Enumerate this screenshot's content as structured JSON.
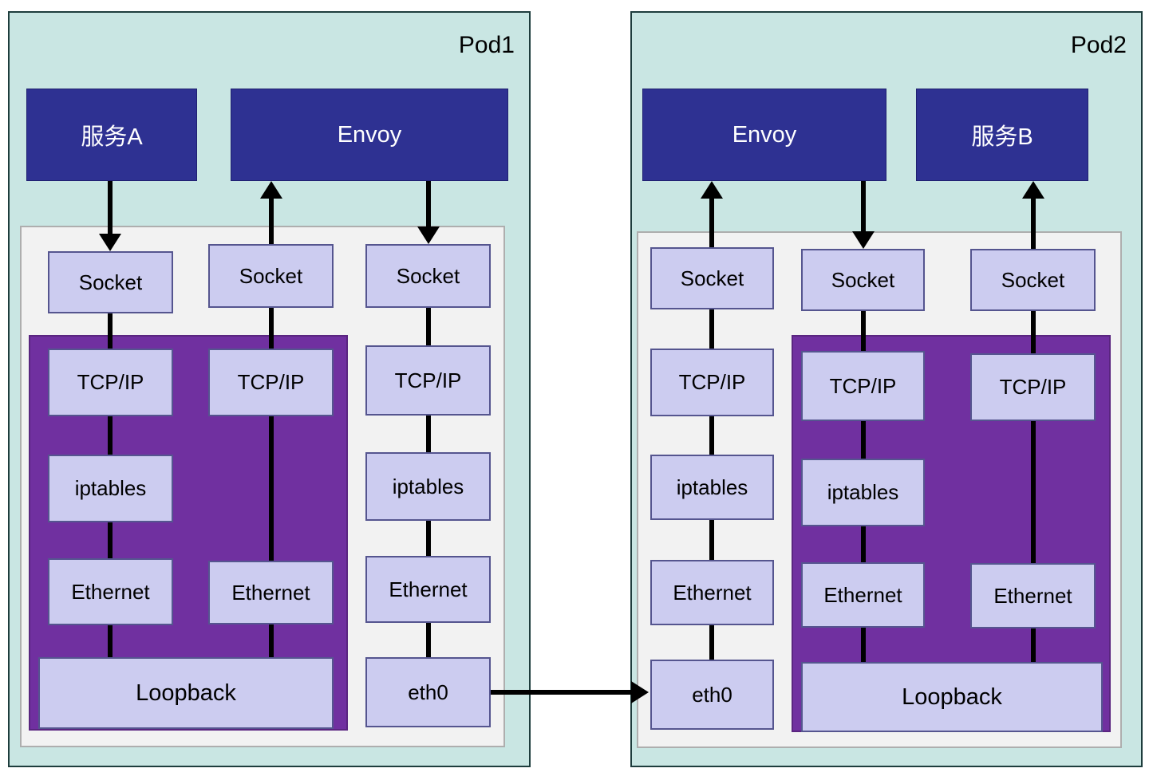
{
  "diagram": {
    "pod1": {
      "title": "Pod1",
      "service_a": "服务A",
      "envoy": "Envoy",
      "col1": {
        "socket": "Socket",
        "tcpip": "TCP/IP",
        "iptables": "iptables",
        "ethernet": "Ethernet"
      },
      "col2": {
        "socket": "Socket",
        "tcpip": "TCP/IP",
        "ethernet": "Ethernet"
      },
      "col3": {
        "socket": "Socket",
        "tcpip": "TCP/IP",
        "iptables": "iptables",
        "ethernet": "Ethernet",
        "eth0": "eth0"
      },
      "loopback": "Loopback"
    },
    "pod2": {
      "title": "Pod2",
      "envoy": "Envoy",
      "service_b": "服务B",
      "col1": {
        "socket": "Socket",
        "tcpip": "TCP/IP",
        "iptables": "iptables",
        "ethernet": "Ethernet",
        "eth0": "eth0"
      },
      "col2": {
        "socket": "Socket",
        "tcpip": "TCP/IP",
        "iptables": "iptables",
        "ethernet": "Ethernet"
      },
      "col3": {
        "socket": "Socket",
        "tcpip": "TCP/IP",
        "ethernet": "Ethernet"
      },
      "loopback": "Loopback"
    },
    "colors": {
      "pod_bg": "#c9e6e3",
      "stack_bg": "#f2f2f2",
      "purple": "#7030a0",
      "node_bg": "#ccccf0",
      "service_bg": "#2e3192",
      "arrow": "#000000"
    }
  }
}
